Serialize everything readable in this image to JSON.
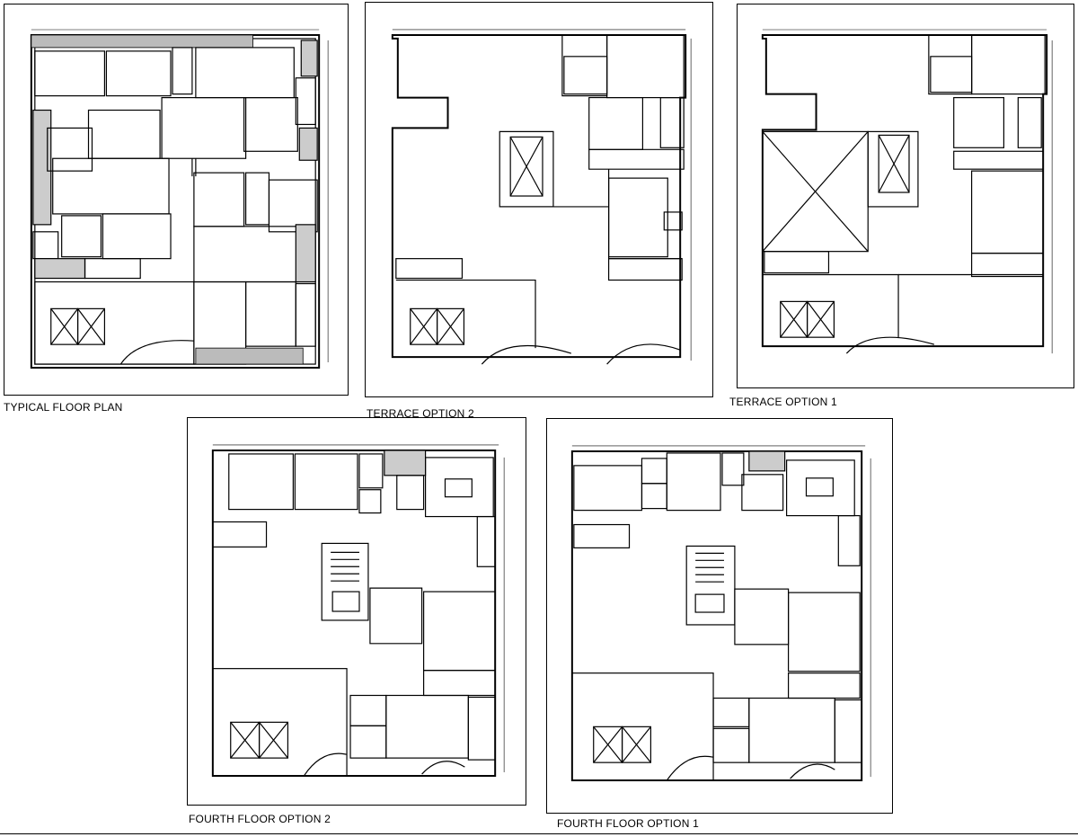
{
  "drawings": [
    {
      "id": "typical",
      "caption": "TYPICAL FLOOR PLAN"
    },
    {
      "id": "terrace2",
      "caption": "TERRACE OPTION 2"
    },
    {
      "id": "terrace1",
      "caption": "TERRACE OPTION 1"
    },
    {
      "id": "fourth2",
      "caption": "FOURTH FLOOR OPTION 2"
    },
    {
      "id": "fourth1",
      "caption": "FOURTH FLOOR OPTION 1"
    }
  ]
}
